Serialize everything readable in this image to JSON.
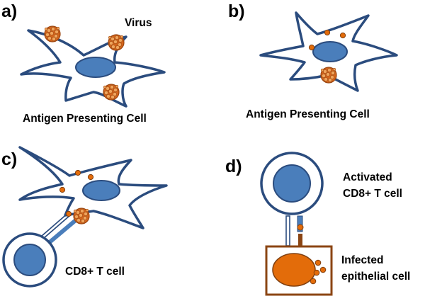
{
  "panels": {
    "a": "a)",
    "b": "b)",
    "c": "c)",
    "d": "d)"
  },
  "labels": {
    "virus": "Virus",
    "apc_a": "Antigen Presenting Cell",
    "apc_b": "Antigen Presenting Cell",
    "cd8": "CD8+ T  cell",
    "activated_line1": "Activated",
    "activated_line2": "CD8+ T cell",
    "infected_line1": "Infected",
    "infected_line2": "epithelial cell"
  },
  "colors": {
    "membrane": "#2b4c7e",
    "nucleus": "#4a7ebb",
    "antigen": "#e36c0a",
    "virus": "#d4651c",
    "epithelial_border": "#8b4513",
    "receptor_light": "#4a7ebb"
  }
}
